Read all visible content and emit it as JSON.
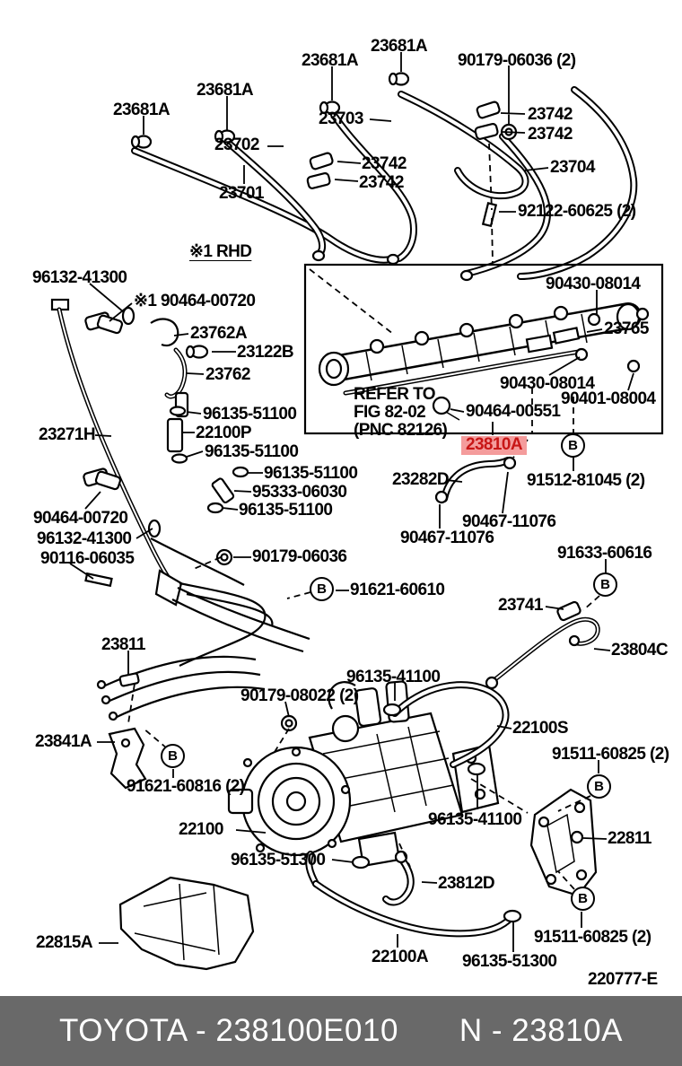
{
  "title": "Toyota parts diagram - injection pump & pipes",
  "colors": {
    "line": "#000000",
    "highlight_bg": "#f49c9c",
    "highlight_text": "#c81616",
    "footer_bg": "#696969",
    "footer_text": "#ffffff"
  },
  "highlighted_part": "23810A",
  "callout_letter": "B",
  "refer_note": "REFER TO\nFIG 82-02\n(PNC 82126)",
  "rhd_note": "※1 RHD",
  "figure_code": "220777-E",
  "parts": [
    {
      "text": "23681A"
    },
    {
      "text": "23681A"
    },
    {
      "text": "90179-06036 (2)"
    },
    {
      "text": "23681A"
    },
    {
      "text": "23681A"
    },
    {
      "text": "23703"
    },
    {
      "text": "23742"
    },
    {
      "text": "23742"
    },
    {
      "text": "23702"
    },
    {
      "text": "23742"
    },
    {
      "text": "23742"
    },
    {
      "text": "23704"
    },
    {
      "text": "23701"
    },
    {
      "text": "92122-60625 (2)"
    },
    {
      "text": "※1 RHD"
    },
    {
      "text": "96132-41300"
    },
    {
      "text": "※1 90464-00720"
    },
    {
      "text": "23762A"
    },
    {
      "text": "23122B"
    },
    {
      "text": "23762"
    },
    {
      "text": "90430-08014"
    },
    {
      "text": "23765"
    },
    {
      "text": "90430-08014"
    },
    {
      "text": "90401-08004"
    },
    {
      "text": "REFER TO\nFIG 82-02\n(PNC 82126)"
    },
    {
      "text": "90464-00551"
    },
    {
      "text": "96135-51100"
    },
    {
      "text": "22100P"
    },
    {
      "text": "96135-51100"
    },
    {
      "text": "23271H"
    },
    {
      "text": "23810A"
    },
    {
      "text": "23282D"
    },
    {
      "text": "91512-81045 (2)"
    },
    {
      "text": "90467-11076"
    },
    {
      "text": "90467-11076"
    },
    {
      "text": "96135-51100"
    },
    {
      "text": "95333-06030"
    },
    {
      "text": "96135-51100"
    },
    {
      "text": "90464-00720"
    },
    {
      "text": "96132-41300"
    },
    {
      "text": "90116-06035"
    },
    {
      "text": "90179-06036"
    },
    {
      "text": "91621-60610"
    },
    {
      "text": "91633-60616"
    },
    {
      "text": "23741"
    },
    {
      "text": "23804C"
    },
    {
      "text": "23811"
    },
    {
      "text": "96135-41100"
    },
    {
      "text": "90179-08022 (2)"
    },
    {
      "text": "22100S"
    },
    {
      "text": "23841A"
    },
    {
      "text": "91621-60816 (2)"
    },
    {
      "text": "91511-60825 (2)"
    },
    {
      "text": "22100"
    },
    {
      "text": "96135-41100"
    },
    {
      "text": "22811"
    },
    {
      "text": "96135-51300"
    },
    {
      "text": "23812D"
    },
    {
      "text": "22815A"
    },
    {
      "text": "22100A"
    },
    {
      "text": "96135-51300"
    },
    {
      "text": "91511-60825 (2)"
    },
    {
      "text": "220777-E"
    }
  ],
  "footer": {
    "catalog": "TOYOTA - 238100E010",
    "part": "N - 23810A"
  }
}
